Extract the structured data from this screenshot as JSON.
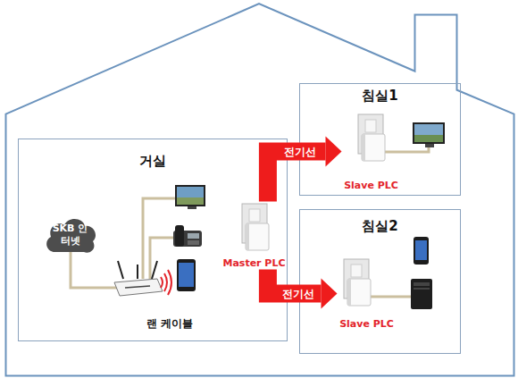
{
  "diagram": {
    "nodes": [
      {
        "text": [
          "거실"
        ]
      },
      {
        "text": [
          "SKB 인터넷"
        ],
        "in": 0
      },
      {
        "text": [
          "Master PLC"
        ],
        "in": 0
      },
      {
        "text": [
          "침실1"
        ]
      },
      {
        "text": [
          "Slave PLC"
        ],
        "in": 3
      },
      {
        "text": [
          "침실2"
        ]
      },
      {
        "text": [
          "Slave PLC"
        ],
        "in": 5
      }
    ],
    "edges": [
      {
        "from": 2,
        "to": 4,
        "arrow": "to",
        "label": "전기선"
      },
      {
        "from": 2,
        "to": 6,
        "arrow": "to",
        "label": "전기선"
      }
    ],
    "labels": [
      "랜 케이블"
    ]
  }
}
